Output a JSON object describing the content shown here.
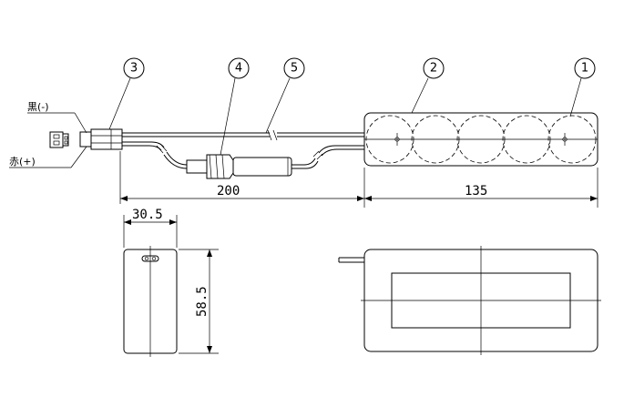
{
  "callouts": [
    {
      "id": "1",
      "label": "1"
    },
    {
      "id": "2",
      "label": "2"
    },
    {
      "id": "3",
      "label": "3"
    },
    {
      "id": "4",
      "label": "4"
    },
    {
      "id": "5",
      "label": "5"
    }
  ],
  "wire_labels": {
    "black": "黒(-)",
    "red": "赤(+)"
  },
  "dimensions": {
    "cable_length": "200",
    "pack_length": "135",
    "side_width": "30.5",
    "side_height": "58.5"
  }
}
